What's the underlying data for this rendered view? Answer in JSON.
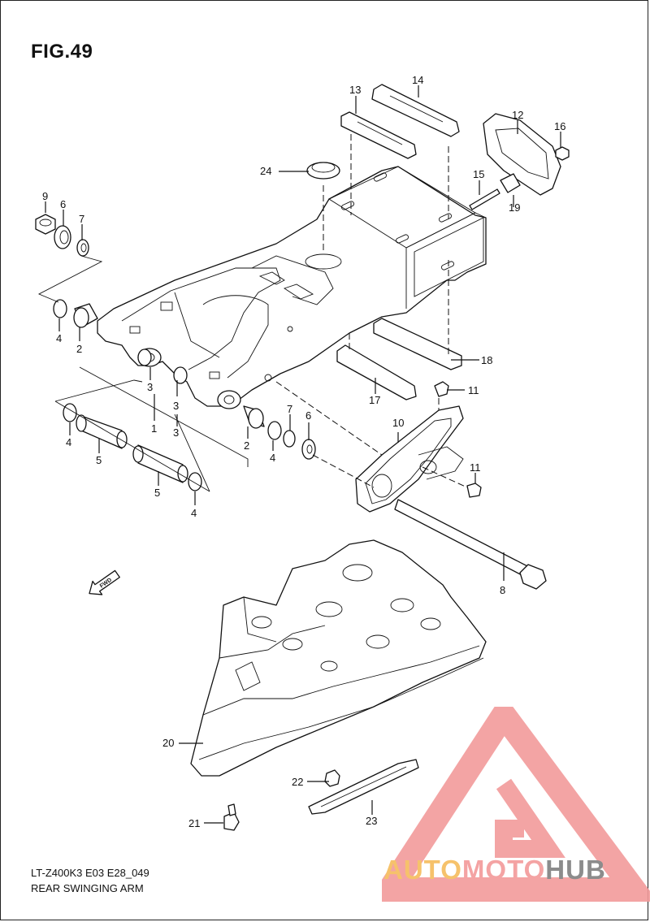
{
  "figure": {
    "title": "FIG.49",
    "model_code": "LT-Z400K3 E03 E28_049",
    "section_name": "REAR SWINGING ARM"
  },
  "callouts": [
    "1",
    "2",
    "2",
    "3",
    "3",
    "4",
    "4",
    "4",
    "4",
    "5",
    "5",
    "6",
    "6",
    "7",
    "7",
    "8",
    "9",
    "10",
    "11",
    "11",
    "12",
    "13",
    "14",
    "15",
    "16",
    "17",
    "18",
    "19",
    "20",
    "21",
    "22",
    "23",
    "24"
  ],
  "fwd_label": "FWD",
  "watermark": {
    "part1": "AUTO",
    "part2": "MOTO",
    "part3": "HUB",
    "colors": {
      "auto": "#f6c26b",
      "moto": "#f4a3a3",
      "hub": "#8c8c8c",
      "triangle": "#f29a9a"
    }
  }
}
